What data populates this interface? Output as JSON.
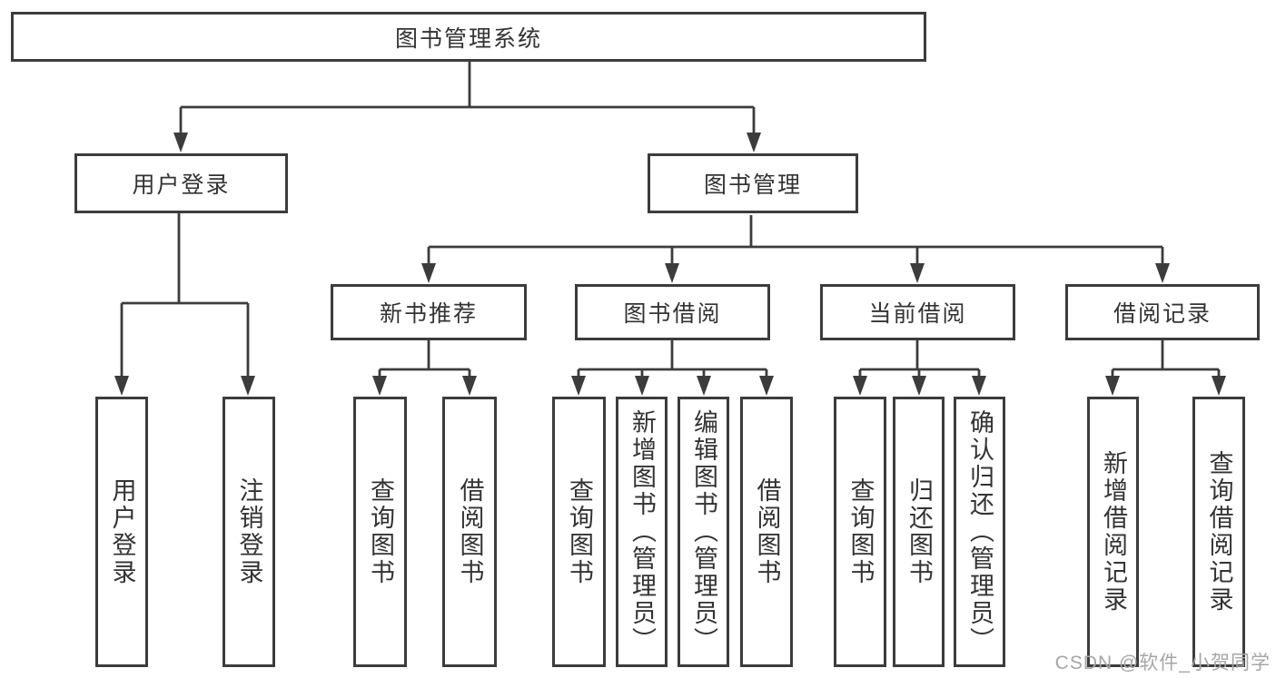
{
  "diagram": {
    "type": "tree",
    "title": "图书管理系统",
    "nodes": {
      "system": {
        "label": "图书管理系统"
      },
      "user_login_group": {
        "label": "用户登录"
      },
      "book_mgmt": {
        "label": "图书管理"
      },
      "user_login": {
        "label": "用户登录"
      },
      "logout": {
        "label": "注销登录"
      },
      "new_book_rec": {
        "label": "新书推荐"
      },
      "book_borrow": {
        "label": "图书借阅"
      },
      "current_borrow": {
        "label": "当前借阅"
      },
      "borrow_record": {
        "label": "借阅记录"
      },
      "nb_query": {
        "label": "查询图书"
      },
      "nb_borrow": {
        "label": "借阅图书"
      },
      "bb_query": {
        "label": "查询图书"
      },
      "bb_add": {
        "label": "新增图书（管理员）"
      },
      "bb_edit": {
        "label": "编辑图书（管理员）"
      },
      "bb_borrow": {
        "label": "借阅图书"
      },
      "cb_query": {
        "label": "查询图书"
      },
      "cb_return": {
        "label": "归还图书"
      },
      "cb_confirm": {
        "label": "确认归还（管理员）"
      },
      "br_add": {
        "label": "新增借阅记录"
      },
      "br_query": {
        "label": "查询借阅记录"
      }
    },
    "edges": [
      {
        "from": "system",
        "to": [
          "user_login_group",
          "book_mgmt"
        ]
      },
      {
        "from": "user_login_group",
        "to": [
          "user_login",
          "logout"
        ]
      },
      {
        "from": "book_mgmt",
        "to": [
          "new_book_rec",
          "book_borrow",
          "current_borrow",
          "borrow_record"
        ]
      },
      {
        "from": "new_book_rec",
        "to": [
          "nb_query",
          "nb_borrow"
        ]
      },
      {
        "from": "book_borrow",
        "to": [
          "bb_query",
          "bb_add",
          "bb_edit",
          "bb_borrow"
        ]
      },
      {
        "from": "current_borrow",
        "to": [
          "cb_query",
          "cb_return",
          "cb_confirm"
        ]
      },
      {
        "from": "borrow_record",
        "to": [
          "br_add",
          "br_query"
        ]
      }
    ]
  },
  "watermark": {
    "text": "CSDN @软件_小贺同学"
  },
  "colors": {
    "line": "#3c3c3c",
    "text": "#333333",
    "background": "#ffffff",
    "watermark": "#a6a6a6"
  }
}
